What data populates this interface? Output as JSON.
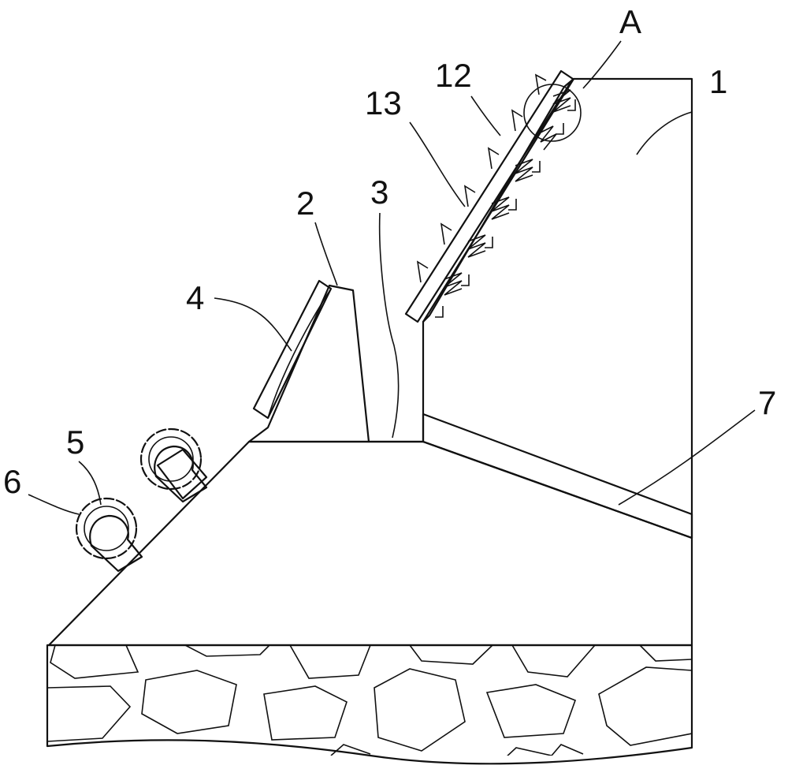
{
  "labels": {
    "l1": "1",
    "l2": "2",
    "l3": "3",
    "l4": "4",
    "l5": "5",
    "l6": "6",
    "l7": "7",
    "l12": "12",
    "l13": "13",
    "lA": "A"
  }
}
